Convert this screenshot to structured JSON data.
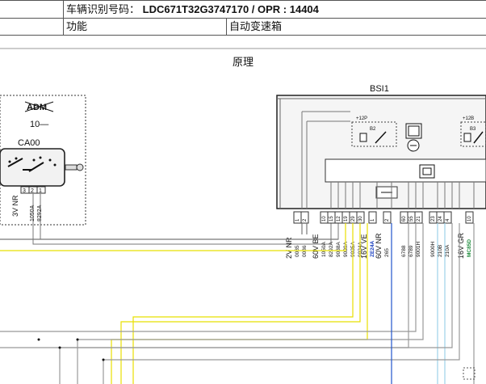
{
  "header": {
    "vin_label": "车辆识别号码：",
    "vin_value": "LDC671T32G3747170 / OPR : 14404",
    "function_label": "功能",
    "function_value": "自动变速箱"
  },
  "diagram": {
    "section_title": "原理",
    "bsi": {
      "name": "BSI1",
      "relay_labels": [
        "+12P",
        "B2",
        "+12B",
        "B3"
      ],
      "connectors": [
        {
          "pin": "1",
          "color": "2V NR",
          "wire": "0085"
        },
        {
          "pin": "2",
          "color": "",
          "wire": "0086"
        },
        {
          "pin": "10",
          "color": "60V BE",
          "wire": "1050A"
        },
        {
          "pin": "15",
          "color": "",
          "wire": "8292A"
        },
        {
          "pin": "12",
          "color": "",
          "wire": "9038A"
        },
        {
          "pin": "19",
          "color": "",
          "wire": "9039A"
        },
        {
          "pin": "29",
          "color": "",
          "wire": "9035A"
        },
        {
          "pin": "30",
          "color": "",
          "wire": "9034A"
        },
        {
          "pin": "1",
          "color": "16V VE",
          "wire": "ZE24A"
        },
        {
          "pin": "2",
          "color": "60V NR",
          "wire": "265"
        },
        {
          "pin": "60",
          "color": "",
          "wire": "6788"
        },
        {
          "pin": "55",
          "color": "",
          "wire": "6789"
        },
        {
          "pin": "21",
          "color": "",
          "wire": "9001H"
        },
        {
          "pin": "23",
          "color": "",
          "wire": "9000H"
        },
        {
          "pin": "24",
          "color": "",
          "wire": "210B"
        },
        {
          "pin": "4",
          "color": "",
          "wire": "210A"
        },
        {
          "pin": "10",
          "color": "16V GR",
          "wire": "MC85D"
        }
      ]
    },
    "ca00": {
      "name": "CA00",
      "adm_label": "ADM",
      "sub_label": "10—",
      "connector_color": "3V NR",
      "pins": [
        "3",
        "2",
        "1"
      ],
      "wires": [
        "1050A",
        "8292A"
      ]
    }
  }
}
